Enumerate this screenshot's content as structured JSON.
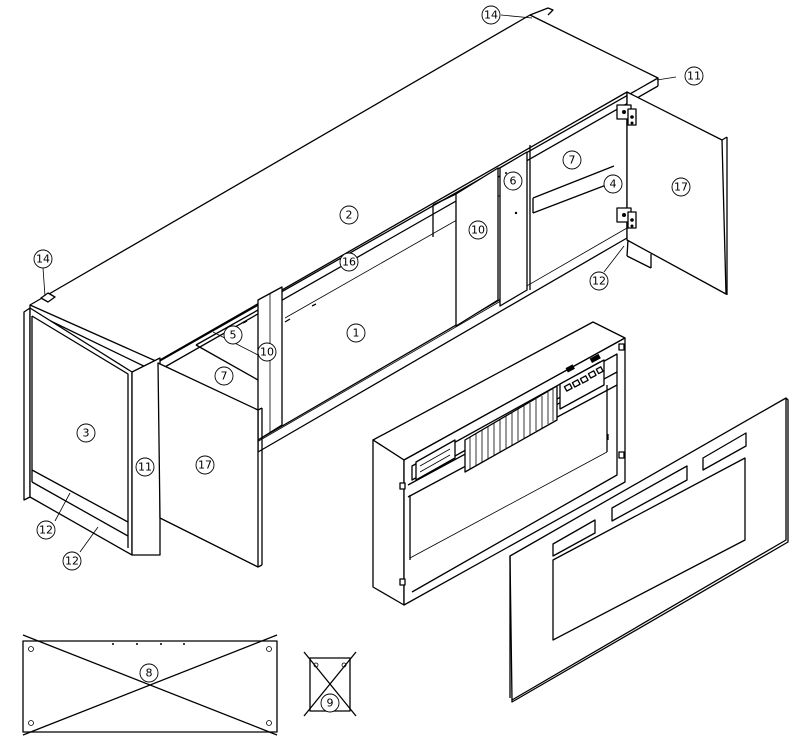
{
  "callouts": {
    "c1": "1",
    "c2": "2",
    "c3": "3",
    "c4": "4",
    "c5": "5",
    "c6": "6",
    "c7a": "7",
    "c7b": "7",
    "c8": "8",
    "c9": "9",
    "c10a": "10",
    "c10b": "10",
    "c11a": "11",
    "c11b": "11",
    "c12a": "12",
    "c12b": "12",
    "c12c": "12",
    "c14a": "14",
    "c14b": "14",
    "c16": "16",
    "c17a": "17",
    "c17b": "17"
  },
  "colors": {
    "line": "#000000",
    "background": "#ffffff"
  }
}
